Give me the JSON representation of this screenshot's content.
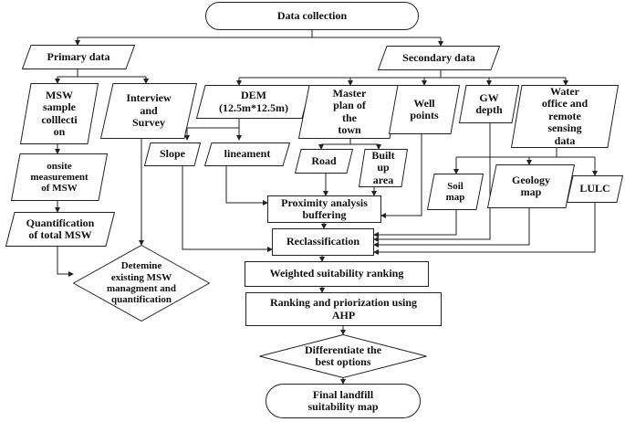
{
  "nodes": {
    "data_collection": "Data collection",
    "primary_data": "Primary data",
    "secondary_data": "Secondary data",
    "msw_sample": "MSW\nsample\ncolllecti\non",
    "interview": "Interview\nand\nSurvey",
    "onsite": "onsite\nmeasurement\nof MSW",
    "quantification": "Quantification\nof total MSW",
    "determine": "Detemine\nexisting MSW\nmanagment and\nquantification",
    "dem": "DEM\n(12.5m*12.5m)",
    "master_plan": "Master\nplan of\nthe\ntown",
    "well_points": "Well\npoints",
    "gw_depth": "GW\ndepth",
    "water_office": "Water\noffice and\nremote\nsensing\ndata",
    "slope": "Slope",
    "lineament": "lineament",
    "road": "Road",
    "built_up": "Built\nup\narea",
    "soil_map": "Soil\nmap",
    "geology": "Geology\nmap",
    "lulc": "LULC",
    "proximity": "Proximity analysis\nbuffering",
    "reclassification": "Reclassification",
    "weighted": "Weighted suitability ranking",
    "ranking": "Ranking and priorization using\nAHP",
    "differentiate": "Differentiate the\nbest options",
    "final": "Final landfill\nsuitability map"
  }
}
